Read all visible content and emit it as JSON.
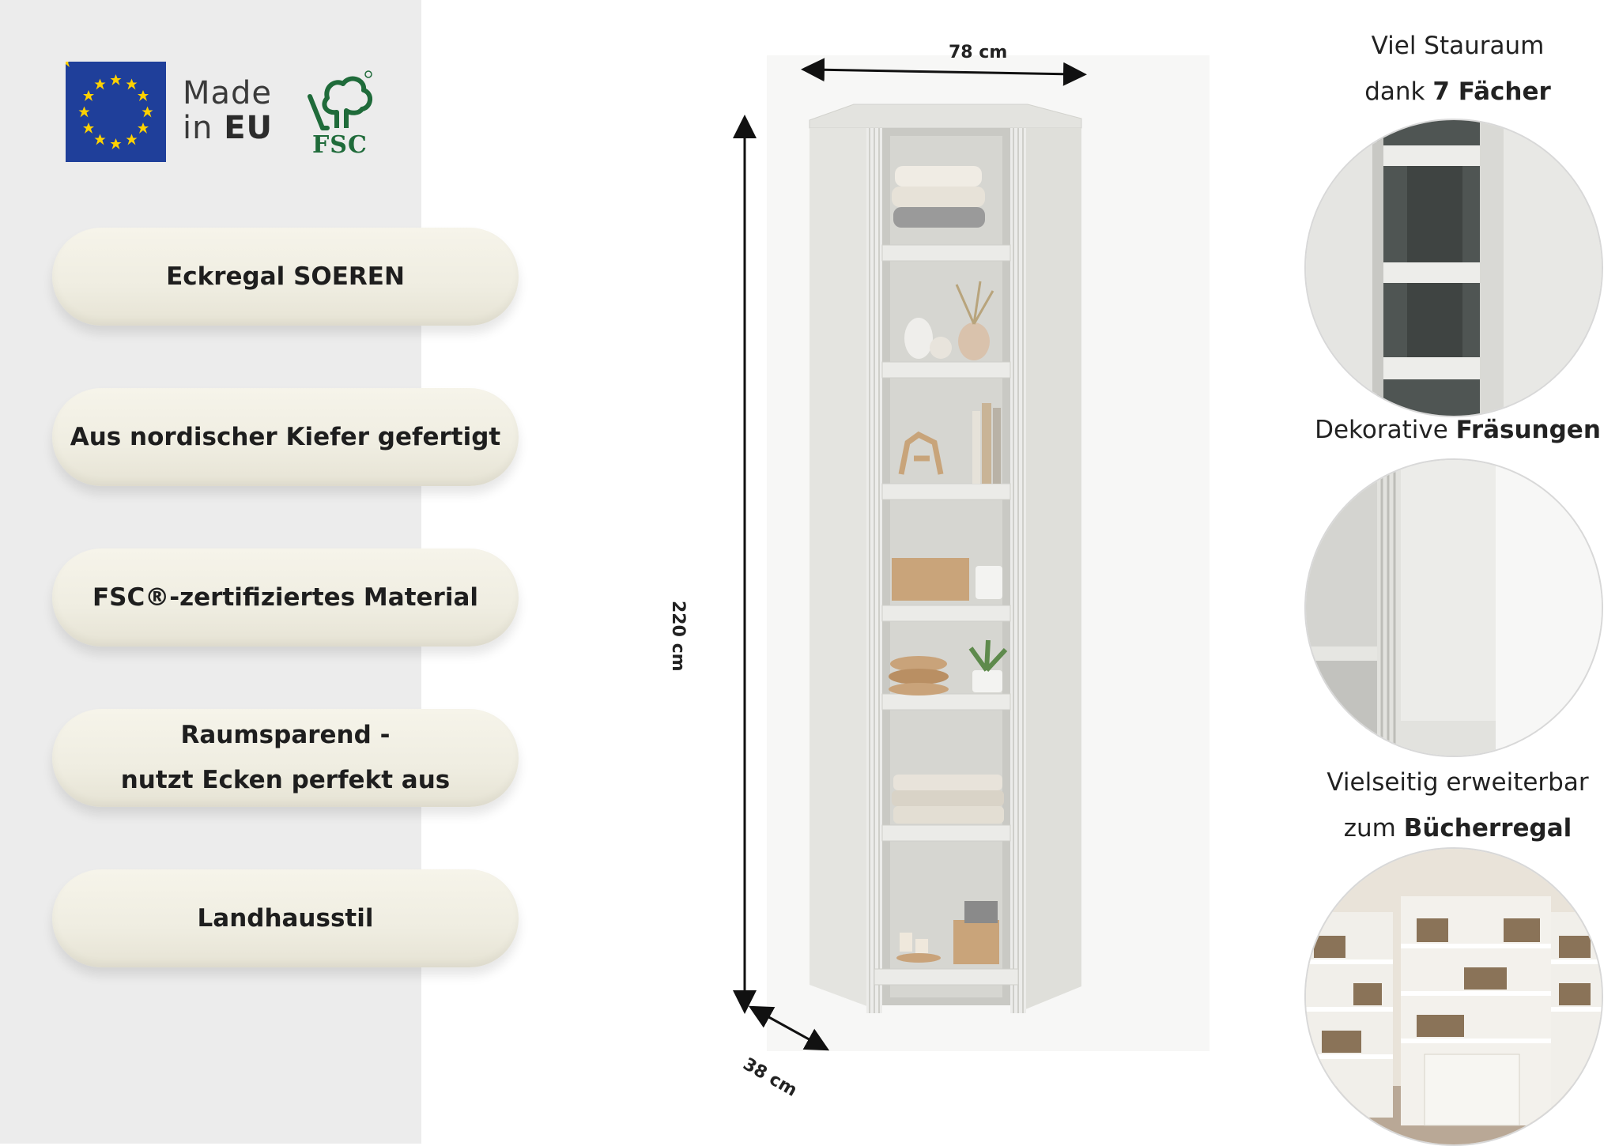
{
  "badges": {
    "made_in_line1": "Made",
    "made_in_line2_prefix": "in ",
    "made_in_line2_bold": "EU",
    "fsc": "FSC"
  },
  "features": [
    {
      "line1": "Eckregal SOEREN",
      "line2": ""
    },
    {
      "line1": "Aus nordischer Kiefer gefertigt",
      "line2": ""
    },
    {
      "line1": "FSC®-zertifiziertes Material",
      "line2": ""
    },
    {
      "line1": "Raumsparend -",
      "line2": "nutzt Ecken perfekt aus"
    },
    {
      "line1": "Landhausstil",
      "line2": ""
    }
  ],
  "dimensions": {
    "width": "78 cm",
    "height": "220 cm",
    "depth": "38 cm"
  },
  "details": {
    "storage_line1": "Viel Stauraum",
    "storage_line2_prefix": "dank ",
    "storage_line2_bold": "7 Fächer",
    "milling_prefix": "Dekorative ",
    "milling_bold": "Fräsungen",
    "expand_line1": "Vielseitig erweiterbar",
    "expand_line2_prefix": "zum ",
    "expand_line2_bold": "Bücherregal"
  },
  "colors": {
    "left_panel": "#ececec",
    "pill": "#f1efe4",
    "cabinet": "#e9e9e6",
    "eu_blue": "#1f3f9a",
    "eu_star": "#ffd200",
    "fsc_green": "#1f6b3a"
  }
}
